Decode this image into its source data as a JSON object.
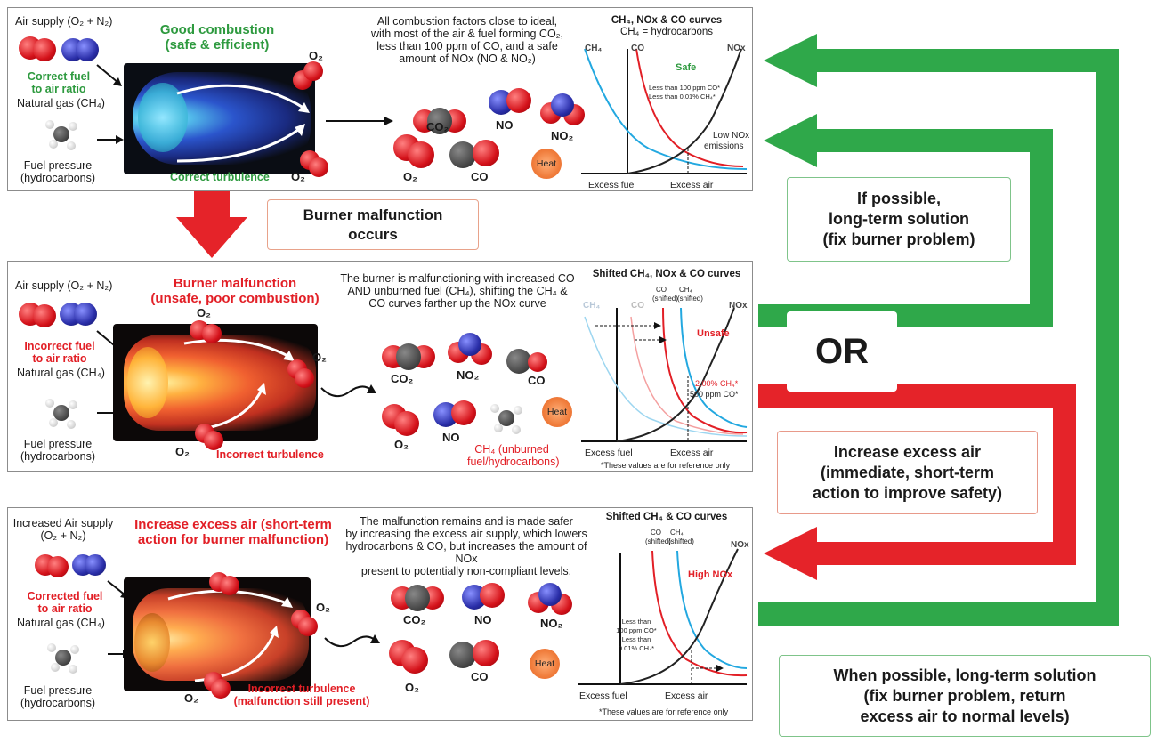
{
  "colors": {
    "green": "#2e9a3f",
    "red": "#e21f26",
    "panel_border": "#8c8c8c",
    "arrow_green": "#2fa84a",
    "arrow_red": "#e52329"
  },
  "p1": {
    "air_supply": "Air supply (O₂ + N₂)",
    "ratio": "Correct fuel\nto air ratio",
    "natural_gas": "Natural gas (CH₄)",
    "fuel_pressure": "Fuel pressure\n(hydrocarbons)",
    "title": "Good combustion\n(safe & efficient)",
    "turbulence": "Correct turbulence",
    "o2_top": "O₂",
    "o2_bottom": "O₂",
    "description": "All combustion factors close to ideal,\nwith most of the air & fuel forming CO₂,\nless than 100 ppm of CO, and a safe\namount of NOx (NO & NO₂)",
    "mol_co2": "CO₂",
    "mol_no": "NO",
    "mol_no2": "NO₂",
    "mol_o2": "O₂",
    "mol_co": "CO",
    "heat": "Heat",
    "graph_title": "CH₄, NOx & CO curves",
    "graph_subtitle": "CH₄ = hydrocarbons",
    "lbl_ch4": "CH₄",
    "lbl_co": "CO",
    "lbl_nox": "NOx",
    "safe": "Safe",
    "safe_note": "Less than 100 ppm CO*\nLess than 0.01% CH₄*",
    "low_nox": "Low NOx\nemissions",
    "x_fuel": "Excess fuel",
    "x_air": "Excess air"
  },
  "malfunction_box": "Burner malfunction\noccurs",
  "p2": {
    "air_supply": "Air supply (O₂ + N₂)",
    "ratio": "Incorrect fuel\nto air ratio",
    "natural_gas": "Natural gas (CH₄)",
    "fuel_pressure": "Fuel pressure\n(hydrocarbons)",
    "title": "Burner malfunction\n(unsafe, poor combustion)",
    "turbulence": "Incorrect turbulence",
    "o2_top": "O₂",
    "o2_right": "O₂",
    "o2_bottom": "O₂",
    "description": "The burner is malfunctioning with increased CO\nAND unburned fuel (CH₄), shifting the CH₄ &\nCO curves farther up the NOx curve",
    "mol_co2": "CO₂",
    "mol_no2": "NO₂",
    "mol_co": "CO",
    "mol_o2": "O₂",
    "mol_no": "NO",
    "heat": "Heat",
    "ch4_unburned": "CH₄ (unburned\nfuel/hydrocarbons)",
    "graph_title": "Shifted CH₄, NOx & CO curves",
    "lbl_ch4": "CH₄",
    "lbl_co": "CO",
    "lbl_co_shift": "CO\n(shifted)",
    "lbl_ch4_shift": "CH₄\n(shifted)",
    "lbl_nox": "NOx",
    "unsafe": "Unsafe",
    "val_ch4": "2.00% CH₄*",
    "val_co": "500 ppm CO*",
    "x_fuel": "Excess fuel",
    "x_air": "Excess air",
    "footnote": "*These values are for reference only"
  },
  "p3": {
    "air_supply": "Increased Air supply\n(O₂ + N₂)",
    "ratio": "Corrected fuel\nto air ratio",
    "natural_gas": "Natural gas (CH₄)",
    "fuel_pressure": "Fuel pressure\n(hydrocarbons)",
    "title": "Increase excess air (short-term\naction for burner malfunction)",
    "turbulence": "Incorrect turbulence\n(malfunction still present)",
    "o2_right": "O₂",
    "o2_bottom": "O₂",
    "description": "The malfunction remains and is made safer\nby increasing the excess air supply, which lowers\nhydrocarbons & CO, but increases the amount of NOx\npresent to potentially non-compliant levels.",
    "mol_co2": "CO₂",
    "mol_no": "NO",
    "mol_no2": "NO₂",
    "mol_o2": "O₂",
    "mol_co": "CO",
    "heat": "Heat",
    "graph_title": "Shifted CH₄ & CO curves",
    "lbl_co_shift": "CO\n(shifted)",
    "lbl_ch4_shift": "CH₄\n(shifted)",
    "lbl_nox": "NOx",
    "high_nox": "High NOx",
    "note": "Less than\n100 ppm CO*\nLess than\n0.01% CH₄*",
    "x_fuel": "Excess fuel",
    "x_air": "Excess air",
    "footnote": "*These values are for reference only"
  },
  "right": {
    "box1": "If possible,\nlong-term solution\n(fix burner problem)",
    "or": "OR",
    "box2": "Increase excess air\n(immediate, short-term\naction to improve safety)",
    "box3": "When possible, long-term solution\n(fix burner problem, return\nexcess air to normal levels)"
  }
}
